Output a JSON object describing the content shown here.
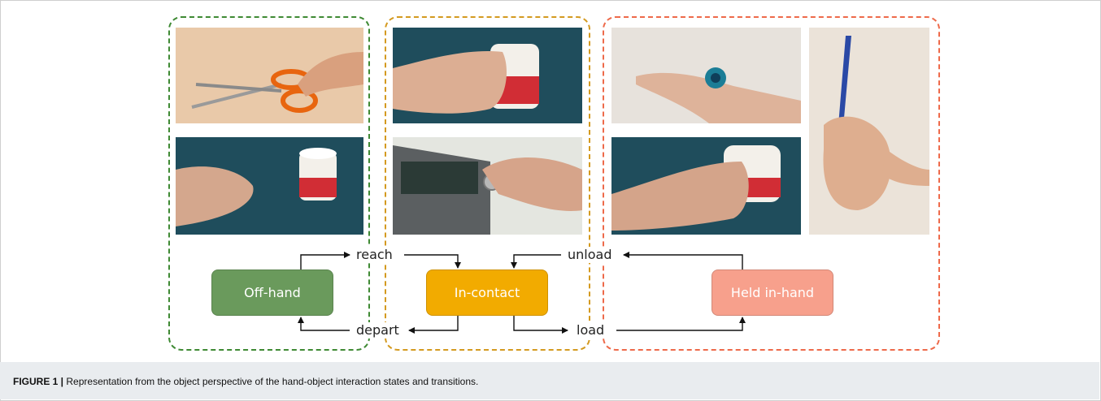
{
  "diagram": {
    "states": {
      "off_hand": "Off-hand",
      "in_contact": "In-contact",
      "held_in_hand": "Held in-hand"
    },
    "transitions": {
      "reach": "reach",
      "unload": "unload",
      "depart": "depart",
      "load": "load"
    },
    "colors": {
      "off_hand": "#6a9a5c",
      "in_contact": "#f2ab00",
      "held_in_hand": "#f7a08c",
      "off_hand_border": "#3f8a34",
      "in_contact_border": "#d49a20",
      "held_border": "#ee6a4a"
    }
  },
  "caption": {
    "label": "FIGURE 1 |",
    "text": "Representation from the object perspective of the hand-object interaction states and transitions."
  }
}
